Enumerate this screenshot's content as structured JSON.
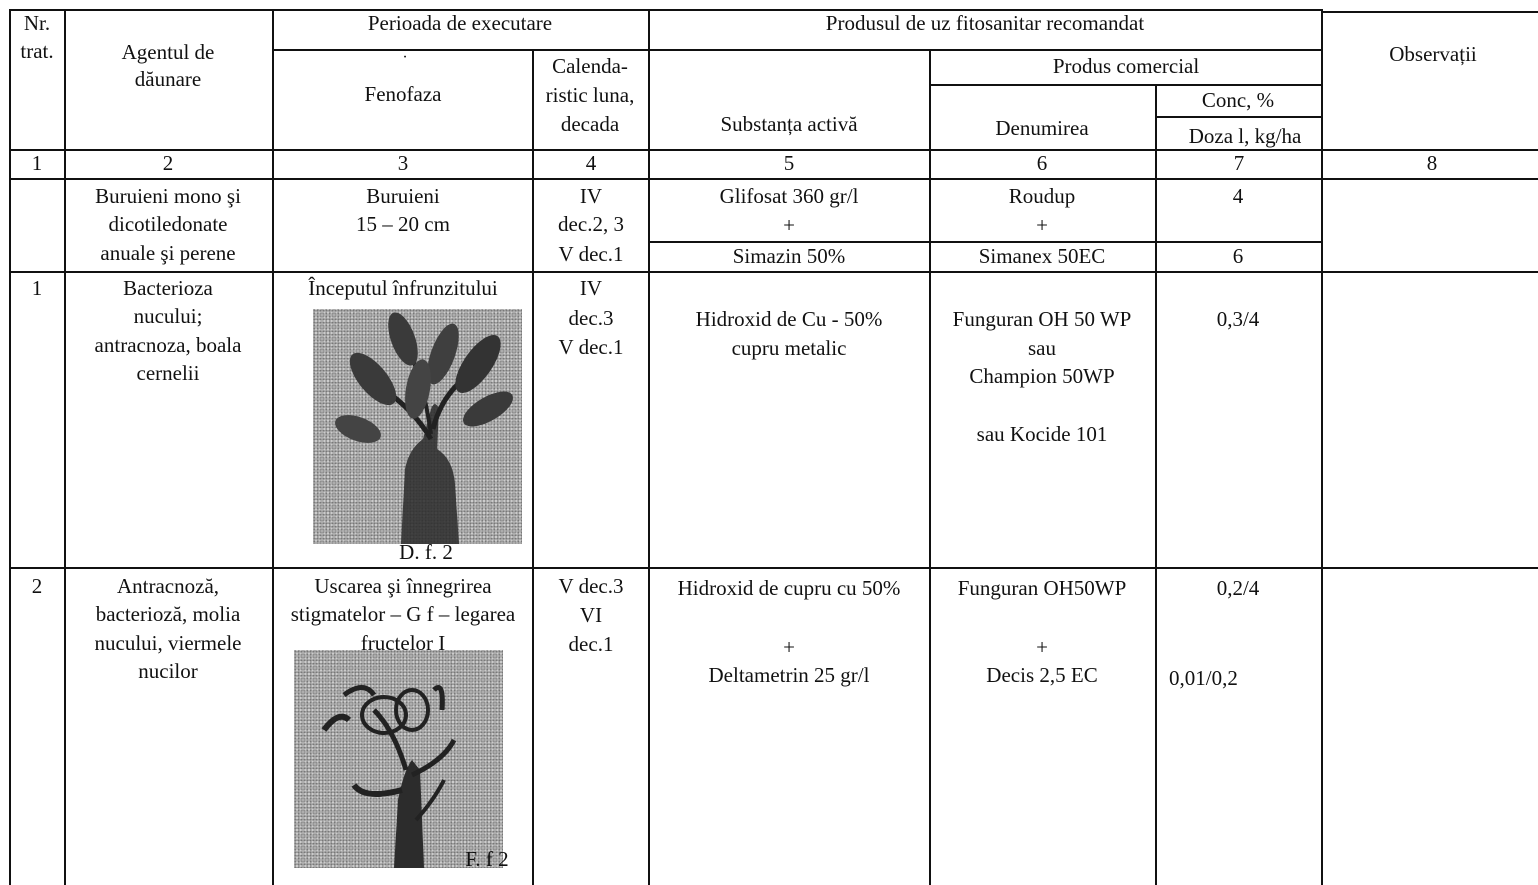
{
  "header": {
    "nr_trat": [
      "Nr.",
      "trat."
    ],
    "agent": [
      "Agentul de",
      "dăunare"
    ],
    "perioada": "Perioada de executare",
    "dot": "·",
    "fenofaza": "Fenofaza",
    "calendar": [
      "Calenda-",
      "ristic luna,",
      "decada"
    ],
    "produsul": "Produsul de uz fitosanitar recomandat",
    "produs_comercial": "Produs comercial",
    "substanta": "Substanța activă",
    "denumirea": "Denumirea",
    "conc": "Conc, %",
    "doza": "Doza l, kg/ha",
    "observatii": "Observații"
  },
  "column_numbers": [
    "1",
    "2",
    "3",
    "4",
    "5",
    "6",
    "7",
    "8"
  ],
  "rows": {
    "weeds": {
      "agent": [
        "Buruieni mono şi",
        "dicotiledonate",
        "anuale şi perene"
      ],
      "fenofaza": [
        "Buruieni",
        "15 – 20 cm"
      ],
      "calendar": [
        "IV",
        "dec.2, 3",
        "V dec.1"
      ],
      "substanta_1": "Glifosat 360 gr/l",
      "plus": "+",
      "substanta_2": "Simazin 50%",
      "denumire_1": "Roudup",
      "denumire_2": "Simanex 50EC",
      "doza_1": "4",
      "doza_2": "6"
    },
    "t1": {
      "nr": "1",
      "agent": [
        "Bacterioza",
        "nucului;",
        "antracnoza, boala",
        "cernelii"
      ],
      "fenofaza": "Începutul înfrunzitului",
      "image_caption": "D. f. 2",
      "calendar": [
        "IV",
        "dec.3",
        "V dec.1"
      ],
      "substanta": [
        "Hidroxid de Cu  - 50%",
        "cupru metalic"
      ],
      "denumire": [
        "Funguran OH 50 WP",
        "sau",
        "Champion 50WP"
      ],
      "denumire_extra": "sau Kocide 101",
      "doza": "0,3/4"
    },
    "t2": {
      "nr": "2",
      "agent": [
        "Antracnoză,",
        "bacterioză, molia",
        "nucului, viermele",
        "nucilor"
      ],
      "fenofaza": [
        "Uscarea şi înnegrirea",
        "stigmatelor – G f – legarea",
        "fructelor  I"
      ],
      "image_caption": "F. f 2",
      "calendar": [
        "V dec.3",
        "VI",
        "dec.1"
      ],
      "substanta_1": "Hidroxid de cupru cu 50%",
      "plus": "+",
      "substanta_2": "Deltametrin 25 gr/l",
      "denumire_1": "Funguran OH50WP",
      "denumire_2": "Decis 2,5 EC",
      "doza_1": "0,2/4",
      "doza_2": "0,01/0,2"
    }
  }
}
